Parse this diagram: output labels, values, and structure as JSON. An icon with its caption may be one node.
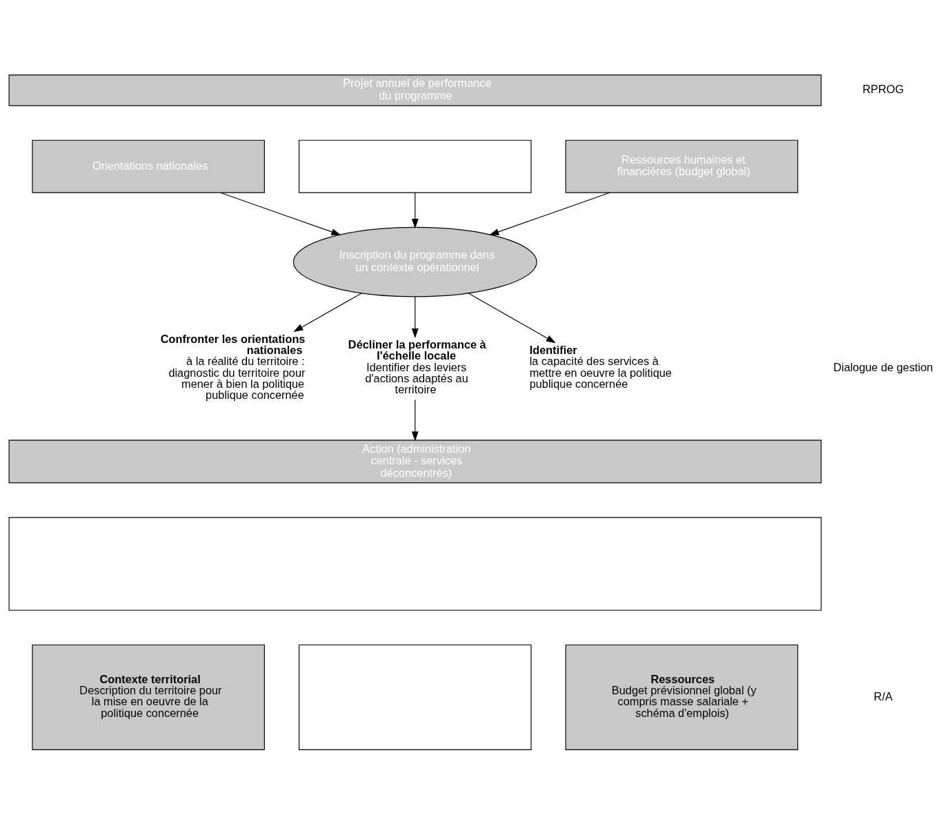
{
  "diagram": {
    "nodes": [
      {
        "text": [
          "Projet annuel de performance du programme"
        ]
      },
      {
        "text": [
          "Orientations nationales"
        ]
      },
      {
        "text": [],
        "shape": "box"
      },
      {
        "text": [
          "Ressources humaines et financières (budget global)"
        ]
      },
      {
        "text": [
          "Inscription du programme dans un contexte opérationnel"
        ]
      },
      {
        "text": [
          "Confronter les orientations nationales",
          "à la réalité du territoire : diagnostic du territoire pour mener à bien la politique publique concernée"
        ]
      },
      {
        "text": [
          "Décliner la performance à l'échelle locale",
          "Identifier des leviers d'actions adaptés au territoire"
        ]
      },
      {
        "text": [
          "Identifier",
          "la capacité des services à mettre en oeuvre la politique publique concernée"
        ]
      },
      {
        "text": [
          "Action (administration centrale - services déconcentrés)"
        ]
      },
      {
        "text": [],
        "shape": "box"
      },
      {
        "text": [
          "Contexte territorial",
          "Description du territoire pour la mise en oeuvre de la politique concernée"
        ]
      },
      {
        "text": [],
        "shape": "box"
      },
      {
        "text": [
          "Ressources",
          "Budget prévisionnel global (y compris masse salariale + schéma d'emplois)"
        ]
      }
    ],
    "edges": [
      {
        "from": 1,
        "to": 4,
        "arrow": "to"
      },
      {
        "from": 2,
        "to": 4,
        "arrow": "to"
      },
      {
        "from": 3,
        "to": 4,
        "arrow": "to"
      },
      {
        "from": 4,
        "to": 5,
        "arrow": "to"
      },
      {
        "from": 4,
        "to": 6,
        "arrow": "to"
      },
      {
        "from": 4,
        "to": 7,
        "arrow": "to"
      },
      {
        "from": 6,
        "to": 8,
        "arrow": "to"
      }
    ],
    "labels": [
      "RPROG",
      "Dialogue de gestion",
      "R/A"
    ]
  }
}
